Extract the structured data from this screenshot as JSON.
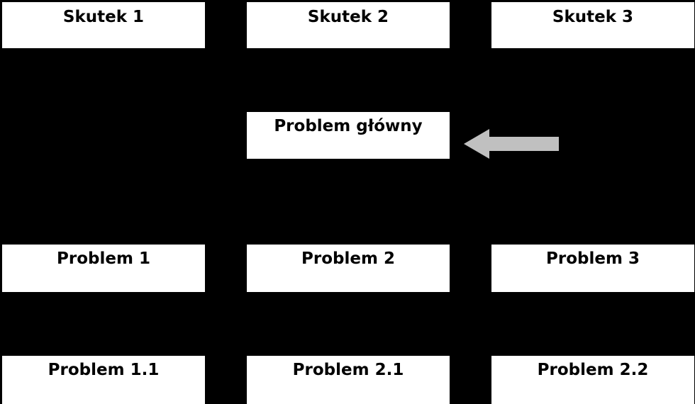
{
  "effects": [
    {
      "label": "Skutek 1"
    },
    {
      "label": "Skutek 2"
    },
    {
      "label": "Skutek 3"
    }
  ],
  "core_problem": {
    "label": "Problem główny"
  },
  "causes": [
    {
      "label": "Problem 1"
    },
    {
      "label": "Problem 2"
    },
    {
      "label": "Problem 3"
    }
  ],
  "sub_causes": [
    {
      "label": "Problem 1.1"
    },
    {
      "label": "Problem 2.1"
    },
    {
      "label": "Problem 2.2"
    }
  ],
  "colors": {
    "background": "#000000",
    "box": "#ffffff",
    "text": "#000000",
    "arrow": "#c0c0c0"
  },
  "icons": {
    "pointer": "left-arrow-icon"
  }
}
